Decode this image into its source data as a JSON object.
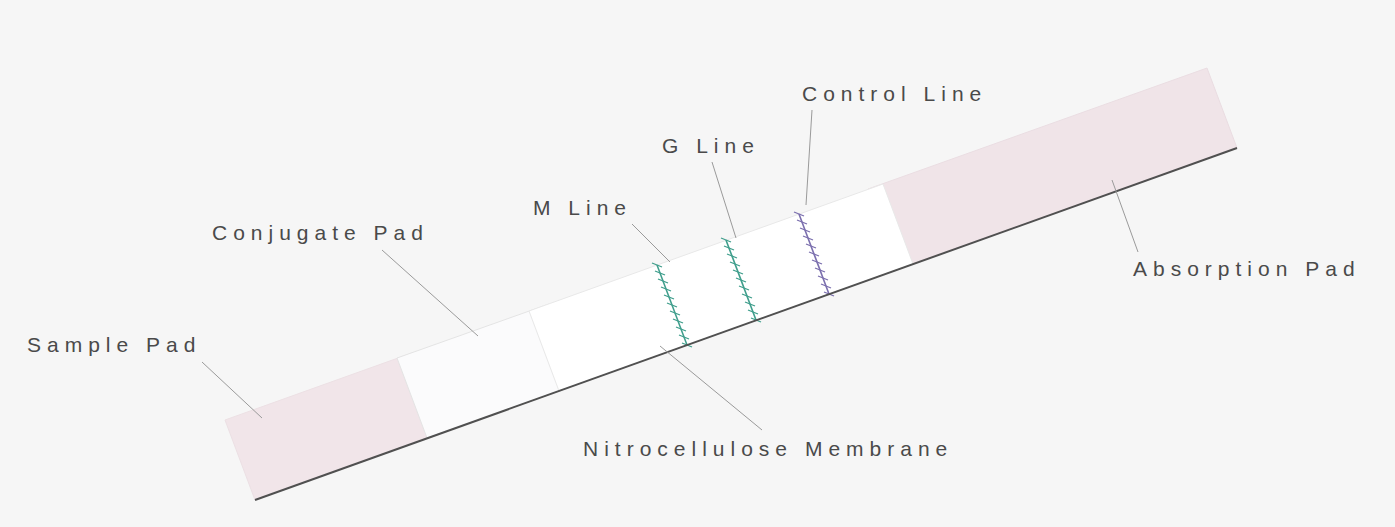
{
  "diagram": {
    "labels": [
      "Control Line",
      "G Line",
      "M Line",
      "Conjugate Pad",
      "Absorption Pad",
      "Sample Pad",
      "Nitrocellulose Membrane"
    ]
  }
}
